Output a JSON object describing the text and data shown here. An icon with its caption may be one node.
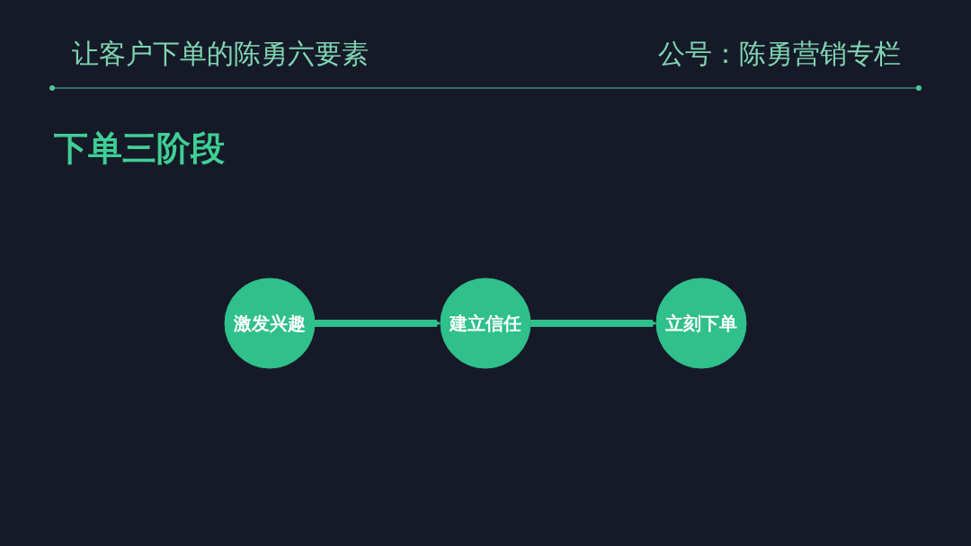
{
  "diagram": {
    "title": "让客户下单的陈勇六要素",
    "nodes": [
      {
        "text": [
          "激发兴趣"
        ]
      },
      {
        "text": [
          "建立信任"
        ]
      },
      {
        "text": [
          "立刻下单"
        ]
      }
    ],
    "edges": [
      {
        "from": 0,
        "to": 1,
        "arrow": "to"
      },
      {
        "from": 1,
        "to": 2,
        "arrow": "to"
      }
    ],
    "labels": [
      "公号：陈勇营销专栏",
      "下单三阶段"
    ]
  }
}
